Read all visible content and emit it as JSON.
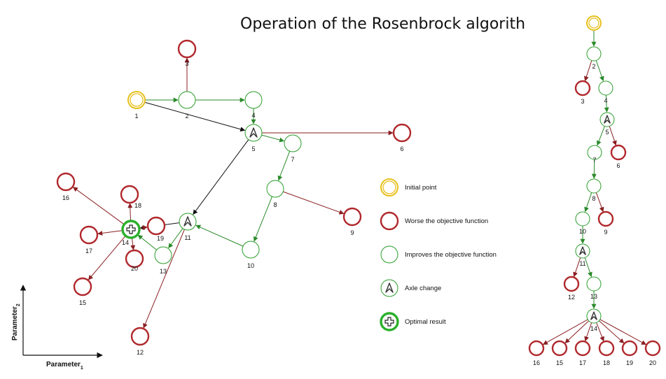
{
  "title": "Operation of the Rosenbrock algorith",
  "colors": {
    "initial": "#e8c01e",
    "worse": "#b0282c",
    "improve": "#2a9d2a",
    "axle": "#333333",
    "optimal": "#2bb02b",
    "arrow_black": "#111111"
  },
  "legend": [
    {
      "kind": "initial",
      "label": "Initial point"
    },
    {
      "kind": "worse",
      "label": "Worse the objective function"
    },
    {
      "kind": "improve",
      "label": "Improves the objective function"
    },
    {
      "kind": "axle",
      "label": "Axle change"
    },
    {
      "kind": "optimal",
      "label": "Optimal result"
    }
  ],
  "axes": {
    "x_label": "Parameter",
    "x_sub": "1",
    "y_label": "Parameter",
    "y_sub": "2"
  },
  "main_nodes": [
    {
      "id": "1",
      "kind": "initial"
    },
    {
      "id": "2",
      "kind": "improve"
    },
    {
      "id": "3",
      "kind": "worse"
    },
    {
      "id": "4",
      "kind": "improve"
    },
    {
      "id": "5",
      "kind": "axle"
    },
    {
      "id": "6",
      "kind": "worse"
    },
    {
      "id": "7",
      "kind": "improve"
    },
    {
      "id": "8",
      "kind": "improve"
    },
    {
      "id": "9",
      "kind": "worse"
    },
    {
      "id": "10",
      "kind": "improve"
    },
    {
      "id": "11",
      "kind": "axle"
    },
    {
      "id": "12",
      "kind": "worse"
    },
    {
      "id": "13",
      "kind": "improve"
    },
    {
      "id": "14",
      "kind": "optimal"
    },
    {
      "id": "15",
      "kind": "worse"
    },
    {
      "id": "16",
      "kind": "worse"
    },
    {
      "id": "17",
      "kind": "worse"
    },
    {
      "id": "18",
      "kind": "worse"
    },
    {
      "id": "19",
      "kind": "worse"
    },
    {
      "id": "20",
      "kind": "worse"
    }
  ],
  "main_edges": [
    {
      "from": "1",
      "to": "2",
      "kind": "improve"
    },
    {
      "from": "2",
      "to": "3",
      "kind": "worse"
    },
    {
      "from": "2",
      "to": "4",
      "kind": "improve"
    },
    {
      "from": "4",
      "to": "5",
      "kind": "improve"
    },
    {
      "from": "1",
      "to": "5",
      "kind": "black"
    },
    {
      "from": "5",
      "to": "6",
      "kind": "worse"
    },
    {
      "from": "5",
      "to": "7",
      "kind": "improve"
    },
    {
      "from": "7",
      "to": "8",
      "kind": "improve"
    },
    {
      "from": "8",
      "to": "9",
      "kind": "worse"
    },
    {
      "from": "8",
      "to": "10",
      "kind": "improve"
    },
    {
      "from": "10",
      "to": "11",
      "kind": "improve"
    },
    {
      "from": "5",
      "to": "11",
      "kind": "black"
    },
    {
      "from": "11",
      "to": "12",
      "kind": "worse"
    },
    {
      "from": "11",
      "to": "13",
      "kind": "improve"
    },
    {
      "from": "13",
      "to": "14",
      "kind": "improve"
    },
    {
      "from": "11",
      "to": "14",
      "kind": "black"
    },
    {
      "from": "14",
      "to": "15",
      "kind": "worse"
    },
    {
      "from": "14",
      "to": "16",
      "kind": "worse"
    },
    {
      "from": "14",
      "to": "17",
      "kind": "worse"
    },
    {
      "from": "14",
      "to": "18",
      "kind": "worse"
    },
    {
      "from": "14",
      "to": "19",
      "kind": "worse"
    },
    {
      "from": "14",
      "to": "20",
      "kind": "worse"
    }
  ],
  "tree_nodes": [
    {
      "id": "1",
      "kind": "initial",
      "label": ""
    },
    {
      "id": "2",
      "kind": "improve",
      "label": "2"
    },
    {
      "id": "3",
      "kind": "worse",
      "label": "3"
    },
    {
      "id": "4",
      "kind": "improve",
      "label": "4"
    },
    {
      "id": "5",
      "kind": "axle",
      "label": "5"
    },
    {
      "id": "6",
      "kind": "worse",
      "label": "6"
    },
    {
      "id": "7",
      "kind": "improve",
      "label": "7"
    },
    {
      "id": "8",
      "kind": "improve",
      "label": "8"
    },
    {
      "id": "9",
      "kind": "worse",
      "label": "9"
    },
    {
      "id": "10",
      "kind": "improve",
      "label": "10"
    },
    {
      "id": "11",
      "kind": "axle",
      "label": "11"
    },
    {
      "id": "12",
      "kind": "worse",
      "label": "12"
    },
    {
      "id": "13",
      "kind": "improve",
      "label": "13"
    },
    {
      "id": "14",
      "kind": "axle",
      "label": "14"
    },
    {
      "id": "16",
      "kind": "worse",
      "label": "16"
    },
    {
      "id": "15",
      "kind": "worse",
      "label": "15"
    },
    {
      "id": "17",
      "kind": "worse",
      "label": "17"
    },
    {
      "id": "18",
      "kind": "worse",
      "label": "18"
    },
    {
      "id": "19",
      "kind": "worse",
      "label": "19"
    },
    {
      "id": "20",
      "kind": "worse",
      "label": "20"
    }
  ],
  "tree_edges": [
    {
      "from": "1",
      "to": "2",
      "kind": "improve"
    },
    {
      "from": "2",
      "to": "3",
      "kind": "worse"
    },
    {
      "from": "2",
      "to": "4",
      "kind": "improve"
    },
    {
      "from": "4",
      "to": "5",
      "kind": "improve"
    },
    {
      "from": "5",
      "to": "6",
      "kind": "worse"
    },
    {
      "from": "5",
      "to": "7",
      "kind": "improve"
    },
    {
      "from": "7",
      "to": "8",
      "kind": "improve"
    },
    {
      "from": "8",
      "to": "9",
      "kind": "worse"
    },
    {
      "from": "8",
      "to": "10",
      "kind": "improve"
    },
    {
      "from": "10",
      "to": "11",
      "kind": "improve"
    },
    {
      "from": "11",
      "to": "12",
      "kind": "worse"
    },
    {
      "from": "11",
      "to": "13",
      "kind": "improve"
    },
    {
      "from": "13",
      "to": "14",
      "kind": "improve"
    },
    {
      "from": "14",
      "to": "16",
      "kind": "worse"
    },
    {
      "from": "14",
      "to": "15",
      "kind": "worse"
    },
    {
      "from": "14",
      "to": "17",
      "kind": "worse"
    },
    {
      "from": "14",
      "to": "18",
      "kind": "worse"
    },
    {
      "from": "14",
      "to": "19",
      "kind": "worse"
    },
    {
      "from": "14",
      "to": "20",
      "kind": "worse"
    }
  ]
}
